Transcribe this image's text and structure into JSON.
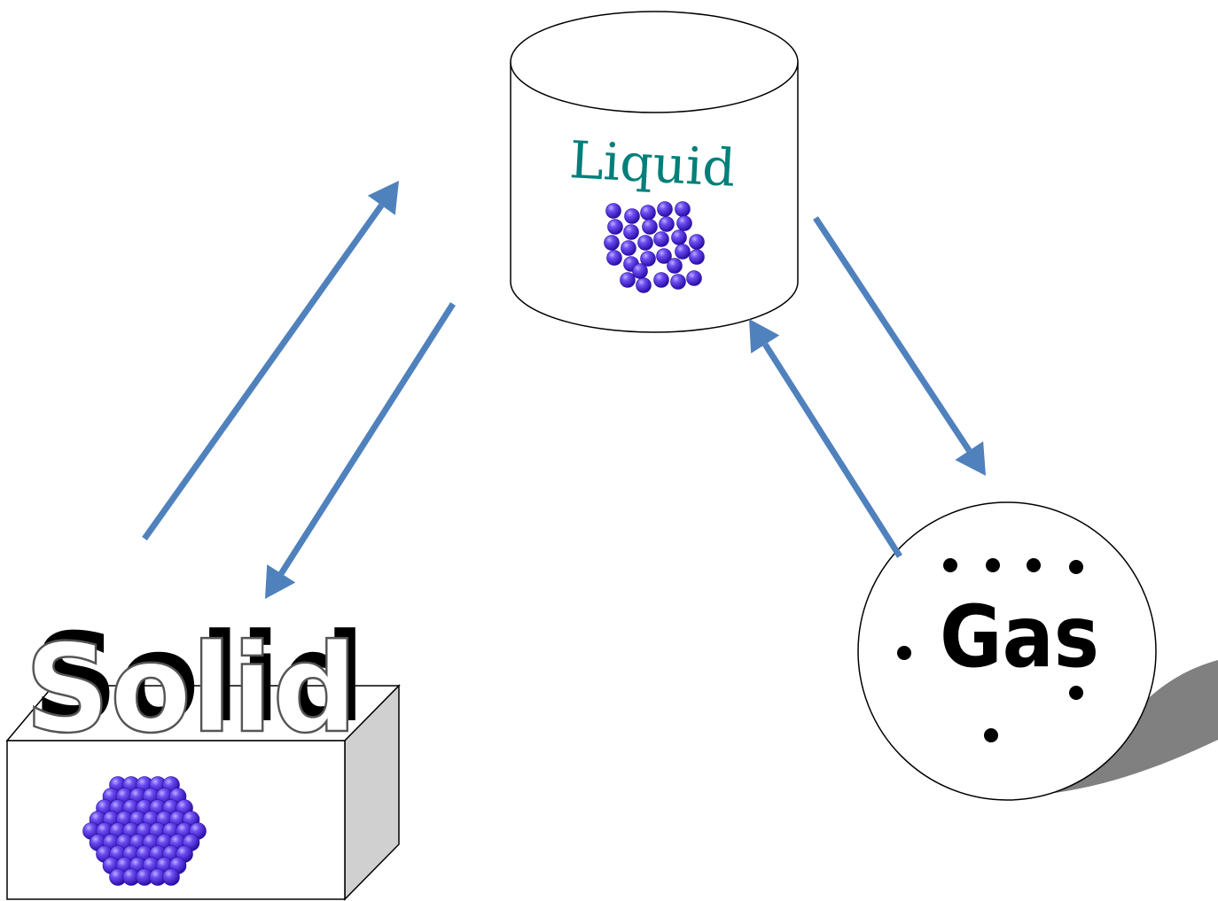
{
  "diagram": {
    "nodes": {
      "liquid": {
        "label": "Liquid",
        "shape": "cylinder"
      },
      "solid": {
        "label": "Solid",
        "shape": "box"
      },
      "gas": {
        "label": "Gas",
        "shape": "circle"
      }
    },
    "arrows": [
      {
        "from": "solid",
        "to": "liquid"
      },
      {
        "from": "liquid",
        "to": "solid"
      },
      {
        "from": "liquid",
        "to": "gas"
      },
      {
        "from": "gas",
        "to": "liquid"
      }
    ],
    "colors": {
      "arrow": "#4f81bd",
      "particle": "#5533dd",
      "liquid_text": "#007f7a",
      "box_side": "#d0d0d0",
      "shadow": "#808080"
    }
  }
}
